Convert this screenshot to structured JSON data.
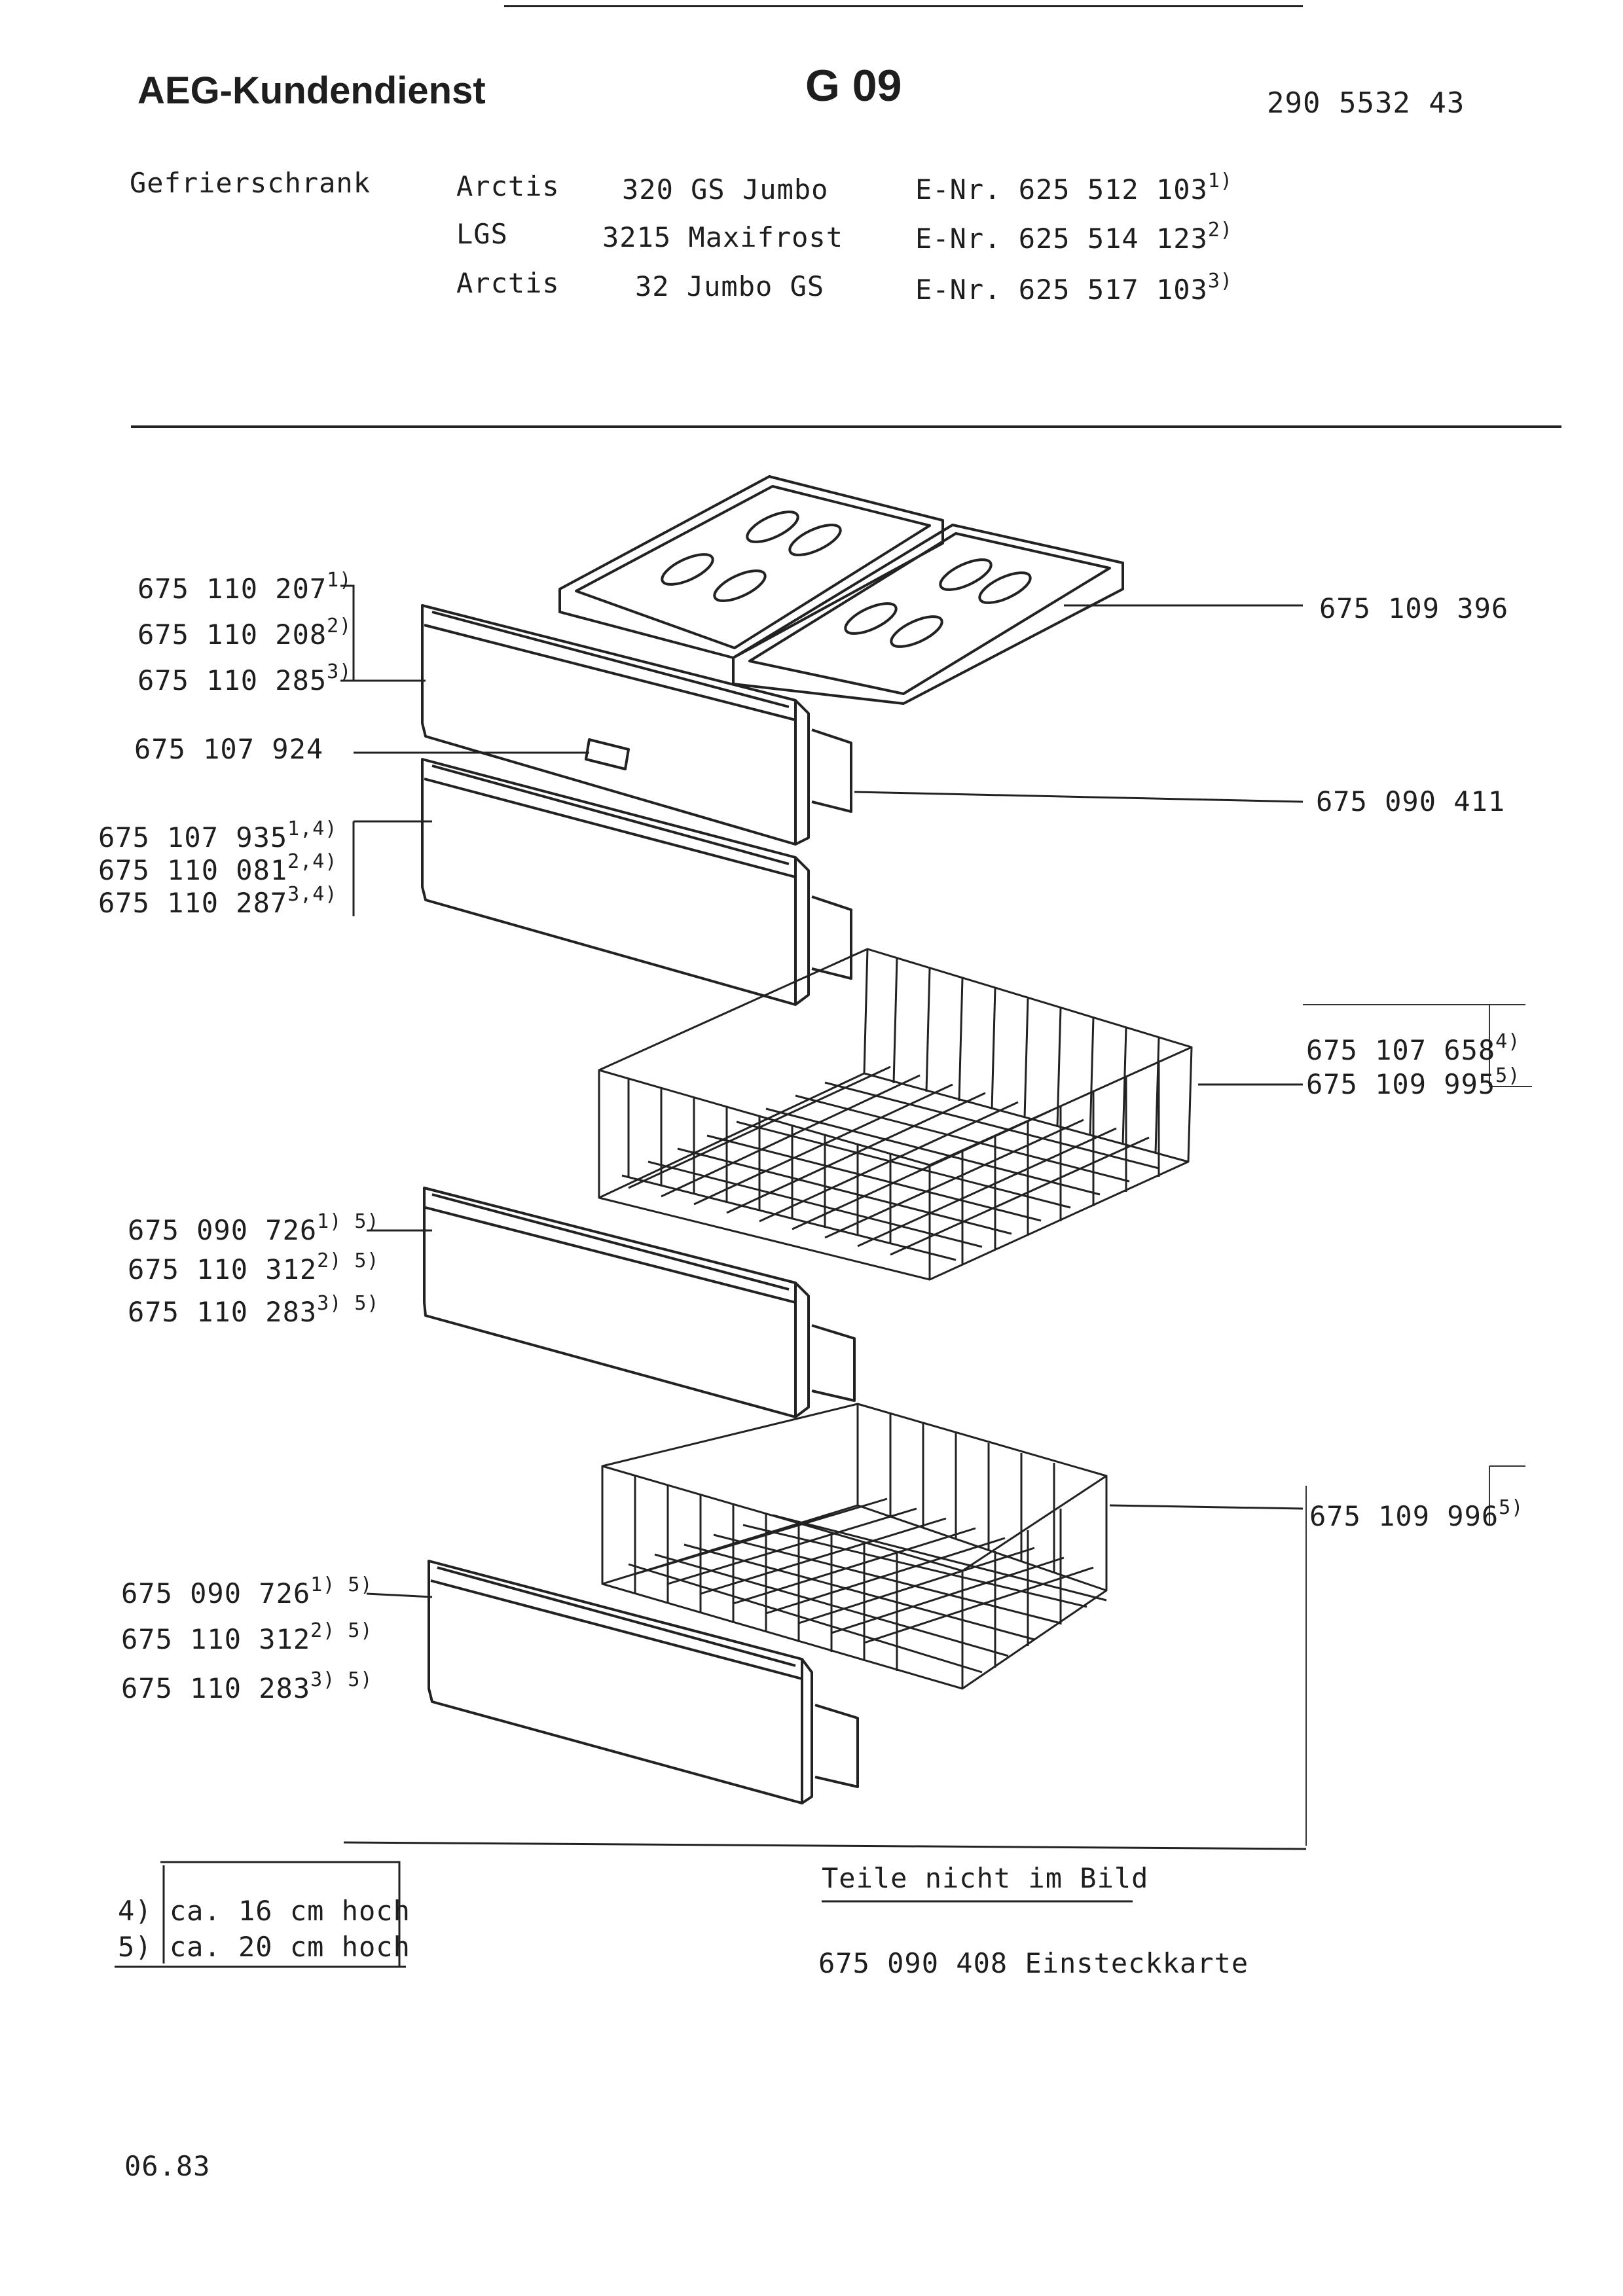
{
  "header": {
    "brand": "AEG-Kundendienst",
    "group": "G 09",
    "doc_number": "290 5532 43"
  },
  "appliance": {
    "type": "Gefrierschrank",
    "models": [
      {
        "brand": "Arctis",
        "model": "320 GS Jumbo",
        "enr": "E-Nr. 625 512 103",
        "ref": "1)"
      },
      {
        "brand": "LGS",
        "model": "3215 Maxifrost",
        "enr": "E-Nr. 625 514 123",
        "ref": "2)"
      },
      {
        "brand": "Arctis",
        "model": "32 Jumbo GS",
        "enr": "E-Nr. 625 517 103",
        "ref": "3)"
      }
    ]
  },
  "parts": {
    "left_group_1": [
      {
        "number": "675 110 207",
        "ref": "1)"
      },
      {
        "number": "675 110 208",
        "ref": "2)"
      },
      {
        "number": "675 110 285",
        "ref": "3)"
      }
    ],
    "handle": {
      "number": "675 107 924"
    },
    "left_group_2": [
      {
        "number": "675 107 935",
        "ref": "1,4)"
      },
      {
        "number": "675 110 081",
        "ref": "2,4)"
      },
      {
        "number": "675 110 287",
        "ref": "3,4)"
      }
    ],
    "left_group_3": [
      {
        "number": "675 090 726",
        "ref": "1) 5)"
      },
      {
        "number": "675 110 312",
        "ref": "2) 5)"
      },
      {
        "number": "675 110 283",
        "ref": "3) 5)"
      }
    ],
    "left_group_4": [
      {
        "number": "675 090 726",
        "ref": "1) 5)"
      },
      {
        "number": "675 110 312",
        "ref": "2) 5)"
      },
      {
        "number": "675 110 283",
        "ref": "3) 5)"
      }
    ],
    "right": [
      {
        "number": "675 109 396",
        "ref": ""
      },
      {
        "number": "675 090 411",
        "ref": ""
      },
      {
        "number": "675 107 658",
        "ref": "4)"
      },
      {
        "number": "675 109 995",
        "ref": "5)"
      },
      {
        "number": "675 109 996",
        "ref": "5)"
      }
    ]
  },
  "footnotes": [
    {
      "key": "4)",
      "text": "ca. 16 cm hoch"
    },
    {
      "key": "5)",
      "text": "ca. 20 cm hoch"
    }
  ],
  "not_shown": {
    "heading": "Teile nicht im Bild",
    "items": [
      {
        "number": "675 090 408",
        "name": "Einsteckkarte"
      }
    ]
  },
  "date": "06.83"
}
